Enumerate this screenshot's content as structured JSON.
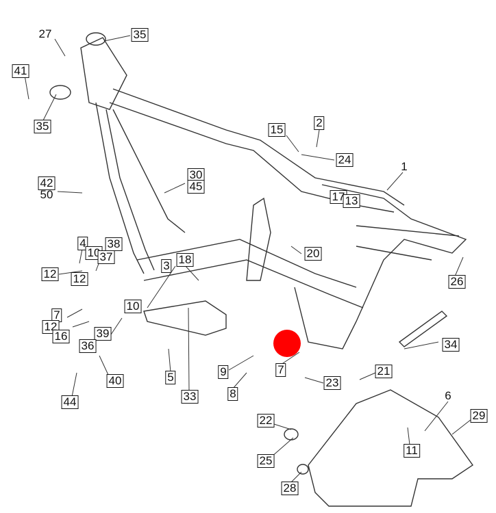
{
  "diagram": {
    "type": "exploded parts diagram - motorcycle frame",
    "marker_color": "#ff0000",
    "line_color": "#333333",
    "callouts": [
      {
        "id": "c27",
        "text": "27",
        "boxed": false
      },
      {
        "id": "c35a",
        "text": "35",
        "boxed": true
      },
      {
        "id": "c41",
        "text": "41",
        "boxed": true
      },
      {
        "id": "c35b",
        "text": "35",
        "boxed": true
      },
      {
        "id": "c15",
        "text": "15",
        "boxed": true
      },
      {
        "id": "c2",
        "text": "2",
        "boxed": true
      },
      {
        "id": "c24",
        "text": "24",
        "boxed": true
      },
      {
        "id": "c1",
        "text": "1",
        "boxed": false
      },
      {
        "id": "c42",
        "text": "42",
        "boxed": true
      },
      {
        "id": "c50",
        "text": "50",
        "boxed": false
      },
      {
        "id": "c30",
        "text": "30",
        "boxed": true
      },
      {
        "id": "c45",
        "text": "45",
        "boxed": true
      },
      {
        "id": "c17",
        "text": "17",
        "boxed": true
      },
      {
        "id": "c13",
        "text": "13",
        "boxed": true
      },
      {
        "id": "c4",
        "text": "4",
        "boxed": true
      },
      {
        "id": "c38",
        "text": "38",
        "boxed": true
      },
      {
        "id": "c10a",
        "text": "10",
        "boxed": true
      },
      {
        "id": "c37",
        "text": "37",
        "boxed": true
      },
      {
        "id": "c12a",
        "text": "12",
        "boxed": true
      },
      {
        "id": "c12b",
        "text": "12",
        "boxed": true
      },
      {
        "id": "c3",
        "text": "3",
        "boxed": true
      },
      {
        "id": "c18",
        "text": "18",
        "boxed": true
      },
      {
        "id": "c20",
        "text": "20",
        "boxed": true
      },
      {
        "id": "c26",
        "text": "26",
        "boxed": true
      },
      {
        "id": "c10b",
        "text": "10",
        "boxed": true
      },
      {
        "id": "c7a",
        "text": "7",
        "boxed": true
      },
      {
        "id": "c12c",
        "text": "12",
        "boxed": true
      },
      {
        "id": "c16",
        "text": "16",
        "boxed": true
      },
      {
        "id": "c39",
        "text": "39",
        "boxed": true
      },
      {
        "id": "c36",
        "text": "36",
        "boxed": true
      },
      {
        "id": "c34",
        "text": "34",
        "boxed": true
      },
      {
        "id": "c9",
        "text": "9",
        "boxed": true
      },
      {
        "id": "c7b",
        "text": "7",
        "boxed": true
      },
      {
        "id": "c21",
        "text": "21",
        "boxed": true
      },
      {
        "id": "c23",
        "text": "23",
        "boxed": true
      },
      {
        "id": "c40",
        "text": "40",
        "boxed": true
      },
      {
        "id": "c5",
        "text": "5",
        "boxed": true
      },
      {
        "id": "c8",
        "text": "8",
        "boxed": true
      },
      {
        "id": "c33",
        "text": "33",
        "boxed": true
      },
      {
        "id": "c6",
        "text": "6",
        "boxed": false
      },
      {
        "id": "c44",
        "text": "44",
        "boxed": true
      },
      {
        "id": "c29",
        "text": "29",
        "boxed": true
      },
      {
        "id": "c22",
        "text": "22",
        "boxed": true
      },
      {
        "id": "c11",
        "text": "11",
        "boxed": true
      },
      {
        "id": "c25",
        "text": "25",
        "boxed": true
      },
      {
        "id": "c28",
        "text": "28",
        "boxed": true
      }
    ]
  }
}
